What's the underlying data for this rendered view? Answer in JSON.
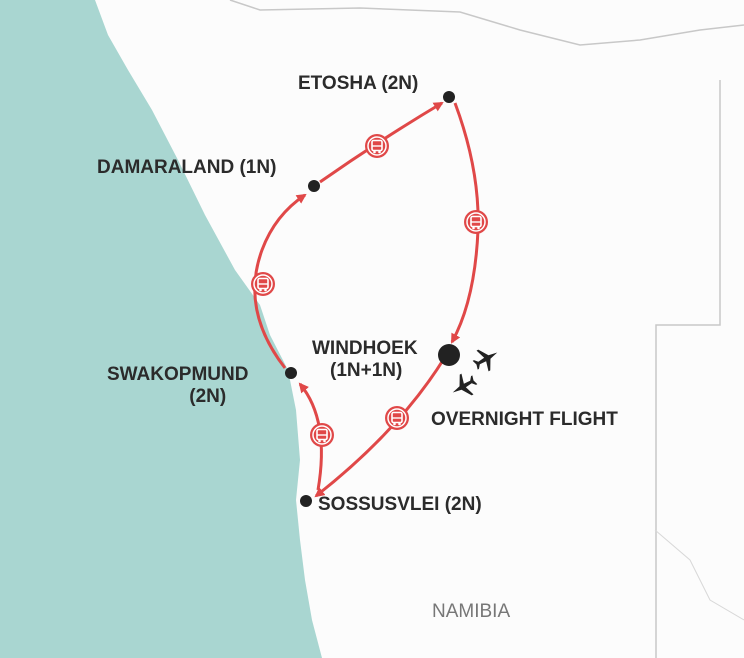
{
  "colors": {
    "sea": "#a9d6d1",
    "land": "#fcfcfc",
    "border": "#c8c8c8",
    "route": "#e04848",
    "stop": "#222222"
  },
  "stops": [
    {
      "name": "ETOSHA (2N)"
    },
    {
      "name": "DAMARALAND (1N)"
    },
    {
      "name": "SWAKOPMUND",
      "nights": "(2N)"
    },
    {
      "name": "WINDHOEK",
      "nights": "(1N+1N)"
    },
    {
      "name": "SOSSUSVLEI (2N)"
    }
  ],
  "flight_label": "OVERNIGHT FLIGHT",
  "country": "NAMIBIA",
  "icons": {
    "transport": "bus-icon",
    "flight": "plane-icon"
  }
}
